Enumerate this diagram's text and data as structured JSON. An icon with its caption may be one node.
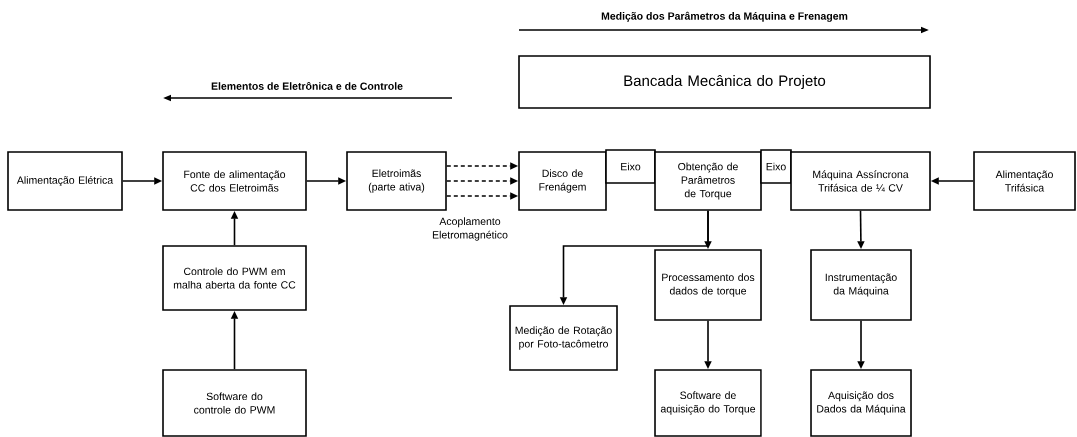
{
  "diagram": {
    "nodes": [
      {
        "text": [
          "Alimentação Elétrica"
        ]
      },
      {
        "text": [
          "Fonte de alimentação CC dos Eletroimãs"
        ]
      },
      {
        "text": [
          "Eletroimãs (parte ativa)"
        ]
      },
      {
        "text": [
          "Disco de Frenágem"
        ]
      },
      {
        "text": [
          "Eixo"
        ]
      },
      {
        "text": [
          "Obtenção de Parâmetros de Torque"
        ]
      },
      {
        "text": [
          "Eixo"
        ]
      },
      {
        "text": [
          "Máquina Assíncrona Trifásica de ¼ CV"
        ]
      },
      {
        "text": [
          "Alimentação Trifásica"
        ]
      },
      {
        "text": [
          "Bancada Mecânica do Projeto"
        ]
      },
      {
        "text": [
          "Controle do PWM em malha aberta da fonte CC"
        ]
      },
      {
        "text": [
          "Software do controle do PWM"
        ]
      },
      {
        "text": [
          "Medição de Rotação por Foto-tacômetro"
        ]
      },
      {
        "text": [
          "Processamento dos dados de torque"
        ]
      },
      {
        "text": [
          "Software de aquisição do Torque"
        ]
      },
      {
        "text": [
          "Instrumentação da Máquina"
        ]
      },
      {
        "text": [
          "Aquisição dos Dados da Máquina"
        ]
      }
    ],
    "edges": [
      {
        "from": 0,
        "to": 1,
        "arrow": "to"
      },
      {
        "from": 1,
        "to": 2,
        "arrow": "to"
      },
      {
        "from": 2,
        "to": 3,
        "arrow": "to",
        "style": "dashed"
      },
      {
        "from": 2,
        "to": 3,
        "arrow": "to",
        "style": "dashed"
      },
      {
        "from": 2,
        "to": 3,
        "arrow": "to",
        "style": "dashed"
      },
      {
        "from": 8,
        "to": 7,
        "arrow": "to"
      },
      {
        "from": 10,
        "to": 1,
        "arrow": "to"
      },
      {
        "from": 11,
        "to": 10,
        "arrow": "to"
      },
      {
        "from": 5,
        "to": 12,
        "arrow": "to"
      },
      {
        "from": 5,
        "to": 13,
        "arrow": "to"
      },
      {
        "from": 13,
        "to": 14,
        "arrow": "to"
      },
      {
        "from": 7,
        "to": 15,
        "arrow": "to"
      },
      {
        "from": 15,
        "to": 16,
        "arrow": "to"
      }
    ],
    "labels": [
      "Medição dos Parâmetros da Máquina e Frenagem",
      "Elementos de Eletrônica e de Controle",
      "Acoplamento Eletromagnético"
    ]
  }
}
